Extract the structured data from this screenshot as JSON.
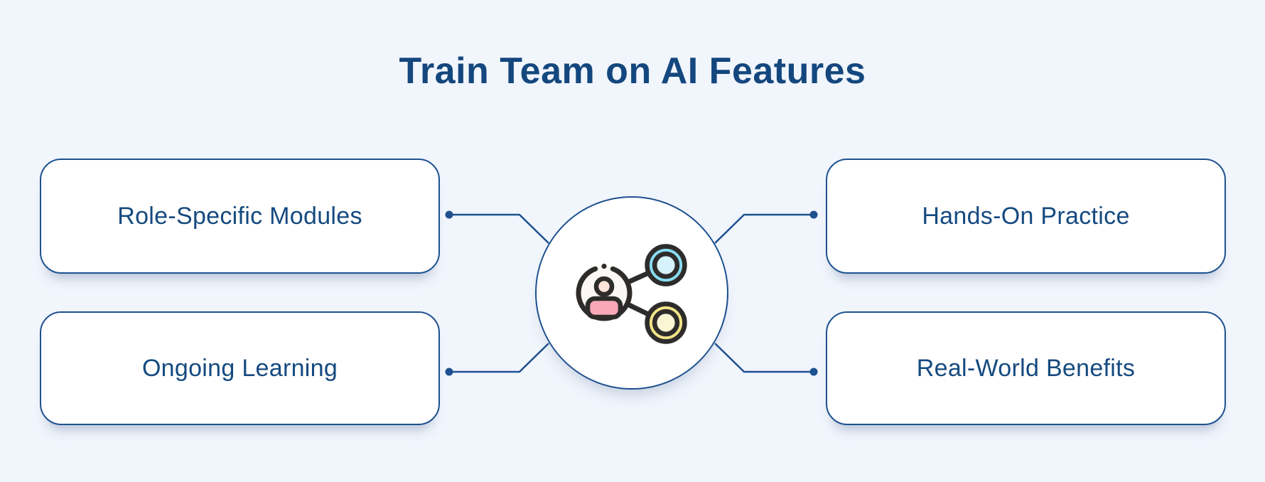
{
  "title": "Train Team on AI Features",
  "nodes": [
    {
      "id": "role-specific-modules",
      "label": "Role-Specific Modules",
      "position": "top-left"
    },
    {
      "id": "ongoing-learning",
      "label": "Ongoing Learning",
      "position": "bottom-left"
    },
    {
      "id": "hands-on-practice",
      "label": "Hands-On Practice",
      "position": "top-right"
    },
    {
      "id": "real-world-benefits",
      "label": "Real-World Benefits",
      "position": "bottom-right"
    }
  ],
  "center": {
    "icon": "person-network-share-icon",
    "description": "person connected to two network nodes"
  },
  "colors": {
    "background": "#F1F5FC",
    "accent_navy": "#1D518F",
    "title_text": "#14477E",
    "node_text": "#154A80",
    "node_background": "#FFFFFF",
    "icon_stroke": "#2E2C2B",
    "icon_cyan": "#87DCF2",
    "icon_cyan_pale": "#D6F2FB",
    "icon_yellow": "#F2E488",
    "icon_yellow_pale": "#FAF5D3",
    "icon_pink": "#F9A8B8",
    "icon_pink_pale": "#FCE4DB",
    "icon_person_bg": "#FAF8F4"
  }
}
